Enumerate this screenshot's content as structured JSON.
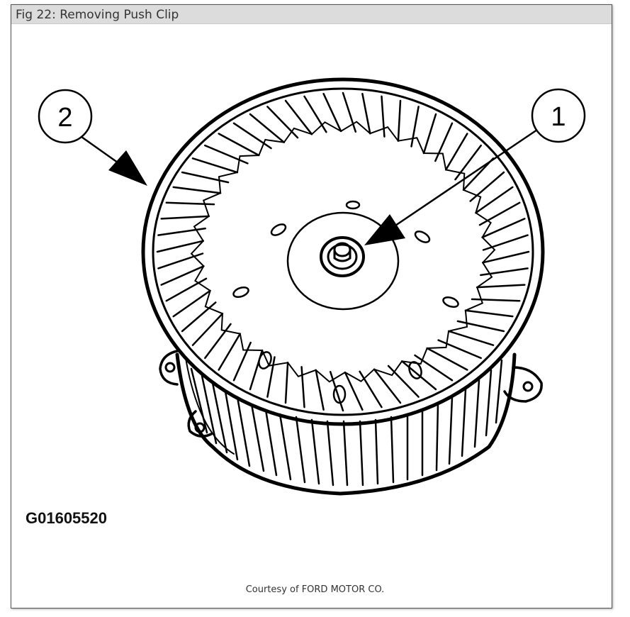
{
  "figure": {
    "title": "Fig 22: Removing Push Clip",
    "callouts": [
      "1",
      "2"
    ],
    "part_code": "G01605520",
    "courtesy": "Courtesy of FORD MOTOR CO."
  }
}
